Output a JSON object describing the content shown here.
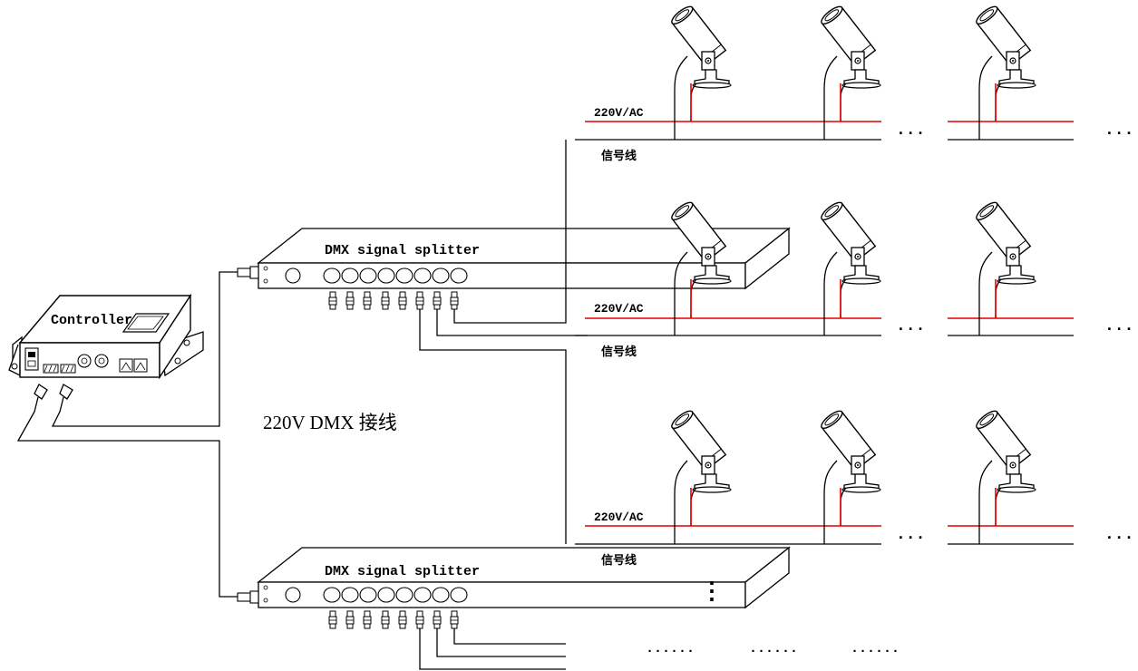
{
  "controller": {
    "label": "Controller"
  },
  "splitters": [
    {
      "label": "DMX signal splitter"
    },
    {
      "label": "DMX signal splitter"
    }
  ],
  "caption": "220V DMX 接线",
  "rows": [
    {
      "power_label": "220V/AC",
      "signal_label": "信号线",
      "ellipsis": "···"
    },
    {
      "power_label": "220V/AC",
      "signal_label": "信号线",
      "ellipsis": "···"
    },
    {
      "power_label": "220V/AC",
      "signal_label": "信号线",
      "ellipsis": "···"
    }
  ],
  "bottom_dots": [
    "······",
    "······",
    "······"
  ],
  "vertical_dots": "⋮",
  "colors": {
    "line": "#000000",
    "power_line": "#e60000",
    "background": "#ffffff"
  }
}
